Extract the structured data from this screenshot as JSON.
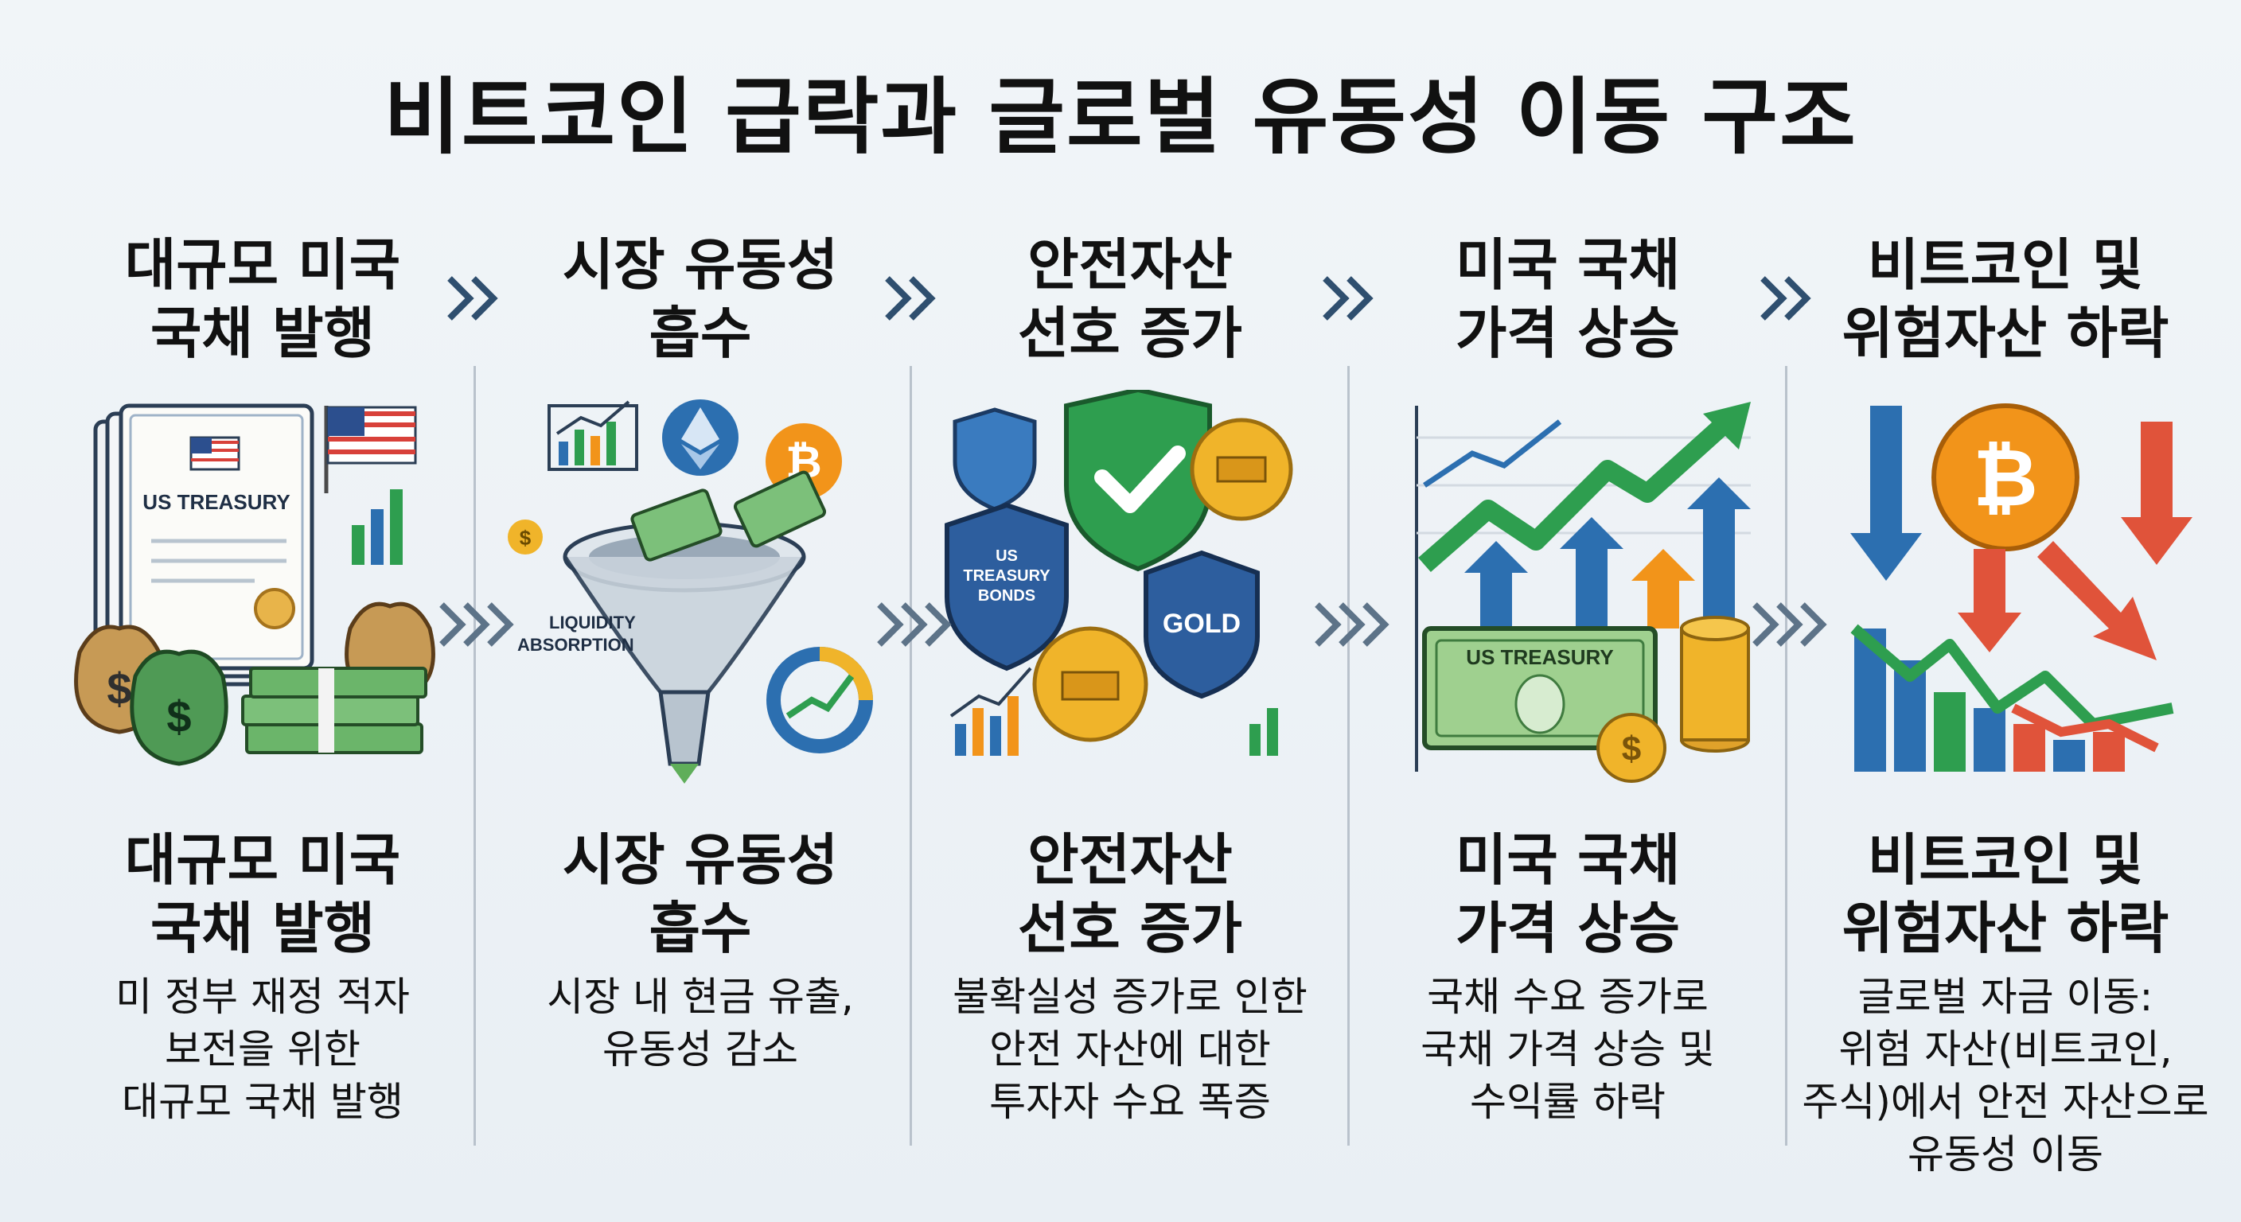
{
  "title": "비트코인 급락과 글로벌 유동성 이동 구조",
  "steps": [
    {
      "head": [
        "대규모 미국",
        "국채 발행"
      ],
      "sub": [
        "대규모 미국",
        "국채 발행"
      ],
      "desc": [
        "미 정부 재정 적자",
        "보전을 위한",
        "대규모 국채 발행"
      ],
      "label": "US TREASURY"
    },
    {
      "head": [
        "시장 유동성",
        "흡수"
      ],
      "sub": [
        "시장 유동성",
        "흡수"
      ],
      "desc": [
        "시장 내 현금 유출,",
        "유동성 감소"
      ],
      "label": [
        "LIQUIDITY",
        "ABSORPTION"
      ]
    },
    {
      "head": [
        "안전자산",
        "선호 증가"
      ],
      "sub": [
        "안전자산",
        "선호 증가"
      ],
      "desc": [
        "불확실성 증가로 인한",
        "안전 자산에 대한",
        "투자자 수요 폭증"
      ],
      "label": [
        "US",
        "TREASURY",
        "BONDS"
      ],
      "label2": "GOLD"
    },
    {
      "head": [
        "미국 국채",
        "가격 상승"
      ],
      "sub": [
        "미국 국채",
        "가격 상승"
      ],
      "desc": [
        "국채 수요 증가로",
        "국채 가격 상승 및",
        "수익률 하락"
      ],
      "label": "US TREASURY"
    },
    {
      "head": [
        "비트코인 및",
        "위험자산 하락"
      ],
      "sub": [
        "비트코인 및",
        "위험자산 하락"
      ],
      "desc": [
        "글로벌 자금 이동:",
        "위험 자산(비트코인,",
        "주식)에서 안전 자산으로",
        "유동성 이동"
      ]
    }
  ],
  "colors": {
    "navy": "#1f4f8f",
    "green": "#2e9e4f",
    "orange": "#f2941a",
    "red": "#e0533a",
    "money": "#5fae5a",
    "gold": "#f0b42a"
  },
  "icons": [
    "us-flag-icon",
    "dollar-bag-icon",
    "funnel-icon",
    "ethereum-icon",
    "bitcoin-icon",
    "shield-check-icon",
    "gold-coin-icon",
    "up-arrow-icon",
    "down-arrow-icon",
    "chevron-right-icon"
  ]
}
